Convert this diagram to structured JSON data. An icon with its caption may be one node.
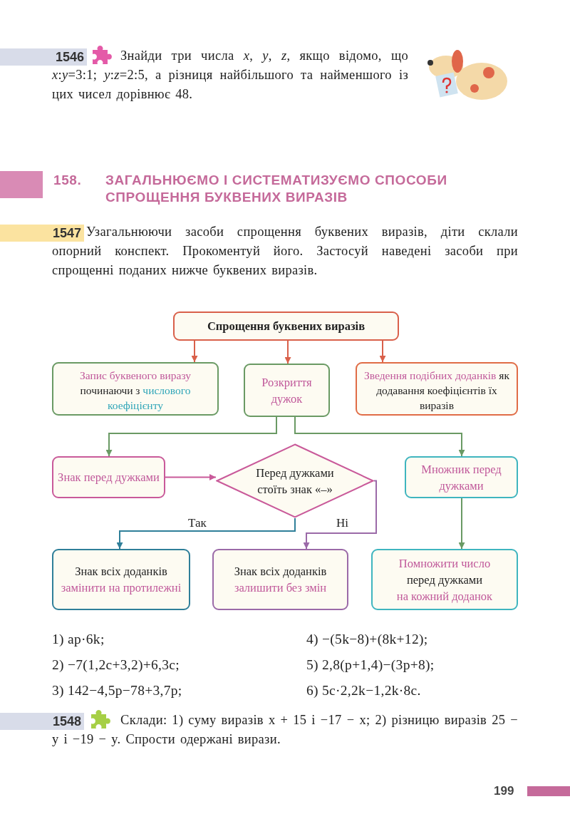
{
  "diagram": {
    "nodes": [
      {
        "text": [
          "Спрощення буквених виразів"
        ]
      },
      {
        "text": [
          "Запис буквеного виразу",
          "починаючи з",
          "числового коефіцієнту"
        ]
      },
      {
        "text": [
          "Розкриття дужок"
        ]
      },
      {
        "text": [
          "Зведення подібних доданків",
          "як додавання коефіцієнтів їх виразів"
        ]
      },
      {
        "text": [
          "Знак перед дужками"
        ]
      },
      {
        "text": [
          "Перед дужками стоїть знак «–»"
        ]
      },
      {
        "text": [
          "Множник перед дужками"
        ]
      },
      {
        "text": [
          "Знак всіх доданків",
          "замінити на протилежні"
        ]
      },
      {
        "text": [
          "Знак всіх доданків",
          "залишити без змін"
        ]
      },
      {
        "text": [
          "Помножити число",
          "перед дужками",
          "на кожний доданок"
        ]
      }
    ],
    "edges": [
      {
        "from": 0,
        "to": 1,
        "arrow": "to",
        "color": "#d9604a"
      },
      {
        "from": 0,
        "to": 2,
        "arrow": "to",
        "color": "#d9604a"
      },
      {
        "from": 0,
        "to": 3,
        "arrow": "to",
        "color": "#d9604a"
      },
      {
        "from": 2,
        "to": 4,
        "arrow": "to",
        "color": "#6a9a64"
      },
      {
        "from": 2,
        "to": 6,
        "arrow": "to",
        "color": "#6a9a64"
      },
      {
        "from": 4,
        "to": 5,
        "arrow": "to",
        "color": "#c95a9a"
      },
      {
        "from": 5,
        "to": 7,
        "arrow": "to",
        "label": "Так",
        "color": "#2f7f99"
      },
      {
        "from": 5,
        "to": 8,
        "arrow": "to",
        "label": "Ні",
        "color": "#9b6aa8"
      },
      {
        "from": 6,
        "to": 9,
        "arrow": "to",
        "color": "#6a9a64"
      }
    ],
    "labels": [
      "1546",
      "Знайди три числа *x*, *y*, *z*, якщо відомо, що *x*:*y*=3:1; *y*:*z*=2:5, а різниця найбільшого та найменшого із цих чисел дорівнює 48.",
      "158.",
      "ЗАГАЛЬНЮЄМО І СИСТЕМАТИЗУЄМО СПОСОБИ СПРОЩЕННЯ БУКВЕНИХ ВИРАЗІВ",
      "1547",
      "Узагальнюючи засоби спрощення буквених виразів, діти склали опорний конспект. Прокоментуй його. Застосуй наведені засоби при спрощенні поданих нижче буквених виразів.",
      "1) ap·6k;",
      "4) −(5k−8)+(8k+12);",
      "2) −7(1,2c+3,2)+6,3c;",
      "5) 2,8(p+1,4)−(3p+8);",
      "3) 142−4,5p−78+3,7p;",
      "6) 5c·2,2k−1,2k·8c.",
      "1548",
      "Склади: 1) суму виразів x + 15 і −17 − x; 2) різницю виразів 25 − y і −19 − y. Спрости одержані вирази.",
      "199"
    ]
  }
}
